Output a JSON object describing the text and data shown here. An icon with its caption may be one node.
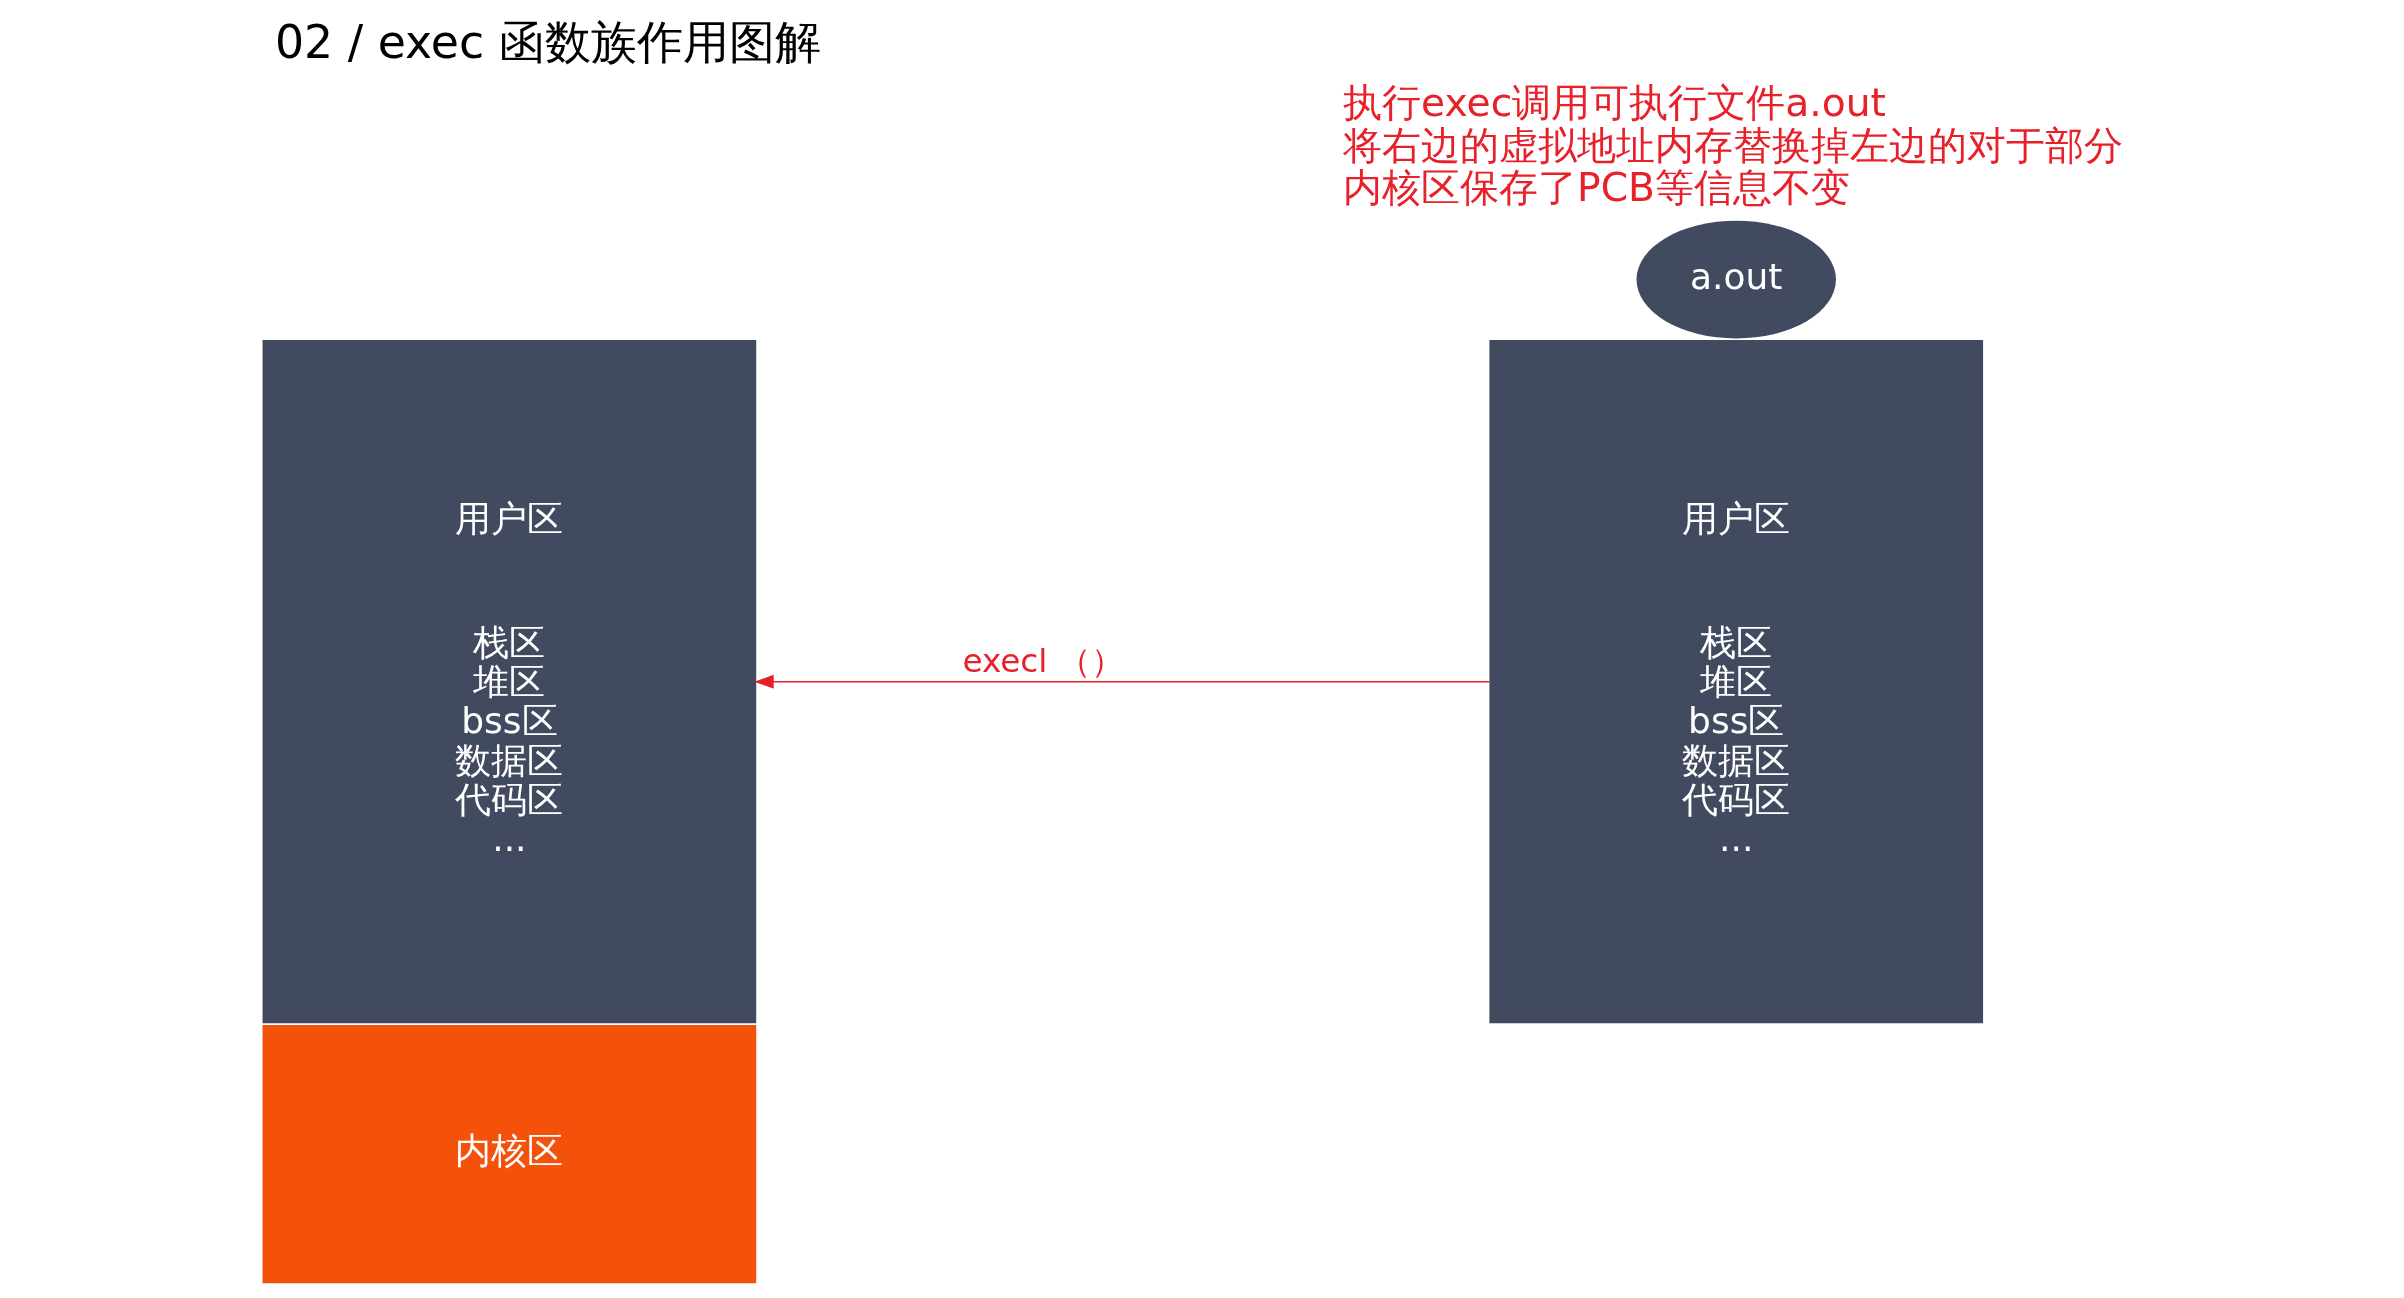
{
  "diagram": {
    "title": "02 / exec 函数族作用图解",
    "nodes": [
      {
        "text": [
          "内核区"
        ]
      },
      {
        "text": [
          "用户区",
          "栈区",
          "堆区",
          "bss区",
          "数据区",
          "代码区",
          "..."
        ]
      },
      {
        "text": [
          "a.out"
        ]
      },
      {
        "text": [
          "用户区",
          "栈区",
          "堆区",
          "bss区",
          "数据区",
          "代码区",
          "..."
        ]
      }
    ],
    "edges": [
      {
        "from": 3,
        "to": 1,
        "arrow": "to",
        "label": "execl （）",
        "color": "#e8202a"
      }
    ],
    "labels": [
      "执行exec调用可执行文件a.out",
      "将右边的虚拟地址内存替换掉左边的对于部分",
      "内核区保存了PCB等信息不变"
    ]
  }
}
